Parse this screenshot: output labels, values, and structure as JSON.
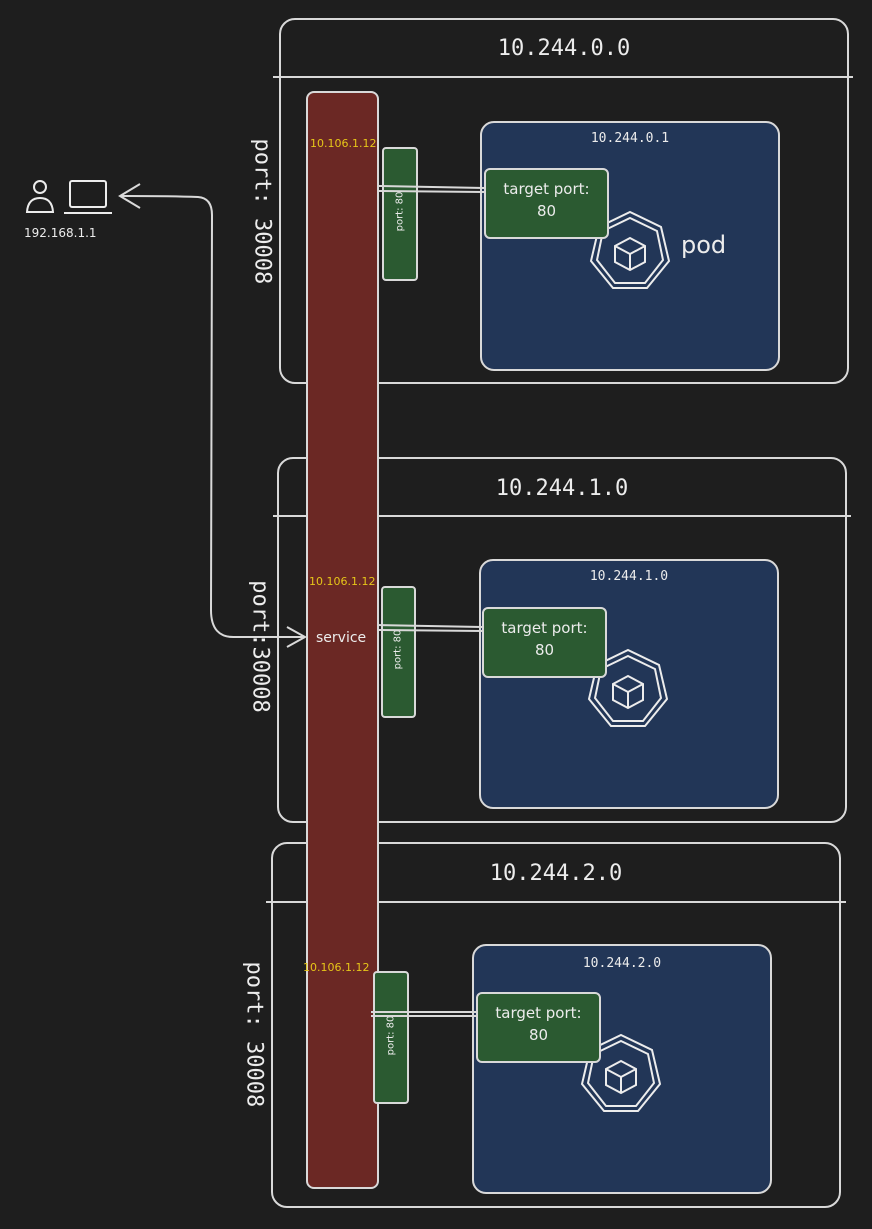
{
  "client": {
    "ip": "192.168.1.1",
    "icons": [
      "user-icon",
      "laptop-icon"
    ]
  },
  "service": {
    "label": "service",
    "color": "#6b2824"
  },
  "nodes": [
    {
      "node_ip": "10.244.0.0",
      "node_port_label": "port: 30008",
      "service_ip": "10.106.1.12",
      "port_label": "port: 80",
      "pod": {
        "ip": "10.244.0.1",
        "target_label": "target port:",
        "target_value": "80",
        "pod_label": "pod"
      }
    },
    {
      "node_ip": "10.244.1.0",
      "node_port_label": "port:30008",
      "service_ip": "10.106.1.12",
      "port_label": "port: 80",
      "pod": {
        "ip": "10.244.1.0",
        "target_label": "target port:",
        "target_value": "80",
        "pod_label": ""
      }
    },
    {
      "node_ip": "10.244.2.0",
      "node_port_label": "port: 30008",
      "service_ip": "10.106.1.12",
      "port_label": "port: 80",
      "pod": {
        "ip": "10.244.2.0",
        "target_label": "target port:",
        "target_value": "80",
        "pod_label": ""
      }
    }
  ],
  "colors": {
    "background": "#1e1e1e",
    "stroke": "#d9d9d9",
    "pod_fill": "#223657",
    "port_fill": "#2b5a31",
    "service_fill": "#6b2824",
    "service_ip_text": "#e6c619"
  }
}
